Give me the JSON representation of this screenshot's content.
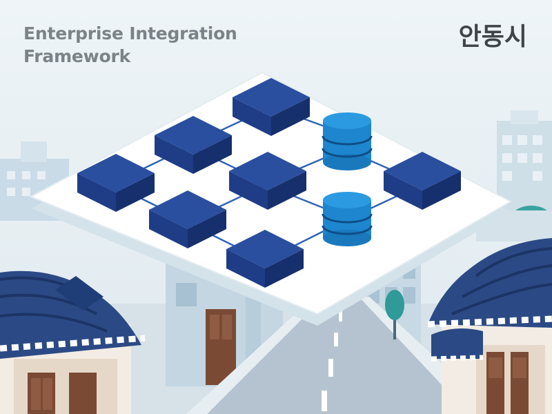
{
  "header": {
    "title_line1": "Enterprise Integration",
    "title_line2": "Framework",
    "city_name": "안동시"
  },
  "illustration": {
    "subject": "network-architecture-platform-over-hanok-street",
    "nodes": {
      "servers": 7,
      "databases": 2
    },
    "colors": {
      "sky": "#e6eef3",
      "platform": "#ffffff",
      "server_top": "#2a4f9e",
      "server_front": "#1f3d86",
      "server_side": "#162f6d",
      "database": "#1d86cf",
      "database_ring": "#0e4d86",
      "roof_tile": "#2b4a85",
      "wood": "#7a4a34",
      "road": "#b4c3cf"
    }
  }
}
